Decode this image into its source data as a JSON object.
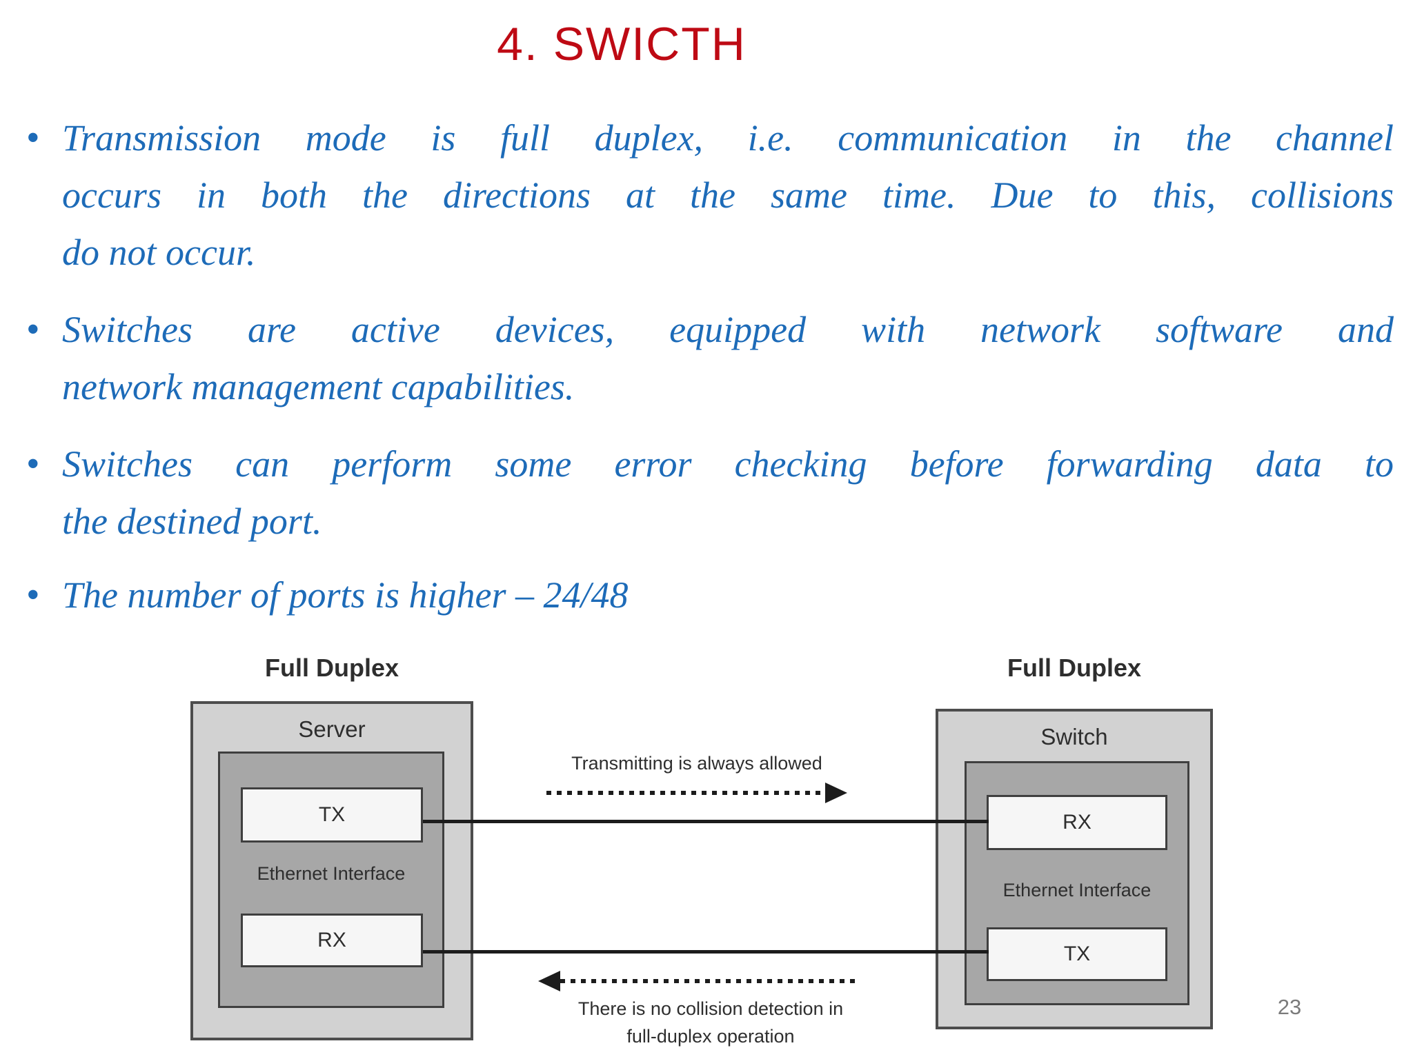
{
  "title": "4. SWICTH",
  "page_number": "23",
  "bullet_char": "•",
  "bullets": [
    {
      "lines": [
        "Transmission mode is full duplex, i.e. communication in the channel",
        "occurs in both the directions at the same time. Due to this, collisions",
        "do not occur."
      ]
    },
    {
      "lines": [
        "Switches are active devices, equipped with network software and",
        "network management capabilities."
      ]
    },
    {
      "lines": [
        "Switches can perform some error checking before forwarding data to",
        "the destined port."
      ]
    },
    {
      "lines": [
        "The number of ports is higher – 24/48"
      ]
    }
  ],
  "diagram": {
    "left": {
      "duplex": "Full Duplex",
      "device": "Server",
      "interface": "Ethernet Interface",
      "top_port": "TX",
      "bottom_port": "RX"
    },
    "right": {
      "duplex": "Full Duplex",
      "device": "Switch",
      "interface": "Ethernet Interface",
      "top_port": "RX",
      "bottom_port": "TX"
    },
    "top_arrow_label": "Transmitting is always allowed",
    "bottom_arrow_label_1": "There is no collision detection in",
    "bottom_arrow_label_2": "full-duplex operation"
  },
  "colors": {
    "title_red": "#BE0A14",
    "bullet_blue": "#1D6BB8",
    "box_outer_fill": "#D2D2D2",
    "box_inner_fill": "#A7A7A7",
    "port_fill": "#F6F6F6",
    "diagram_border": "#3F3F3F",
    "diagram_text": "#2E2E2E",
    "line_color": "#1C1C1C",
    "page_number_gray": "#7B7B7B"
  }
}
